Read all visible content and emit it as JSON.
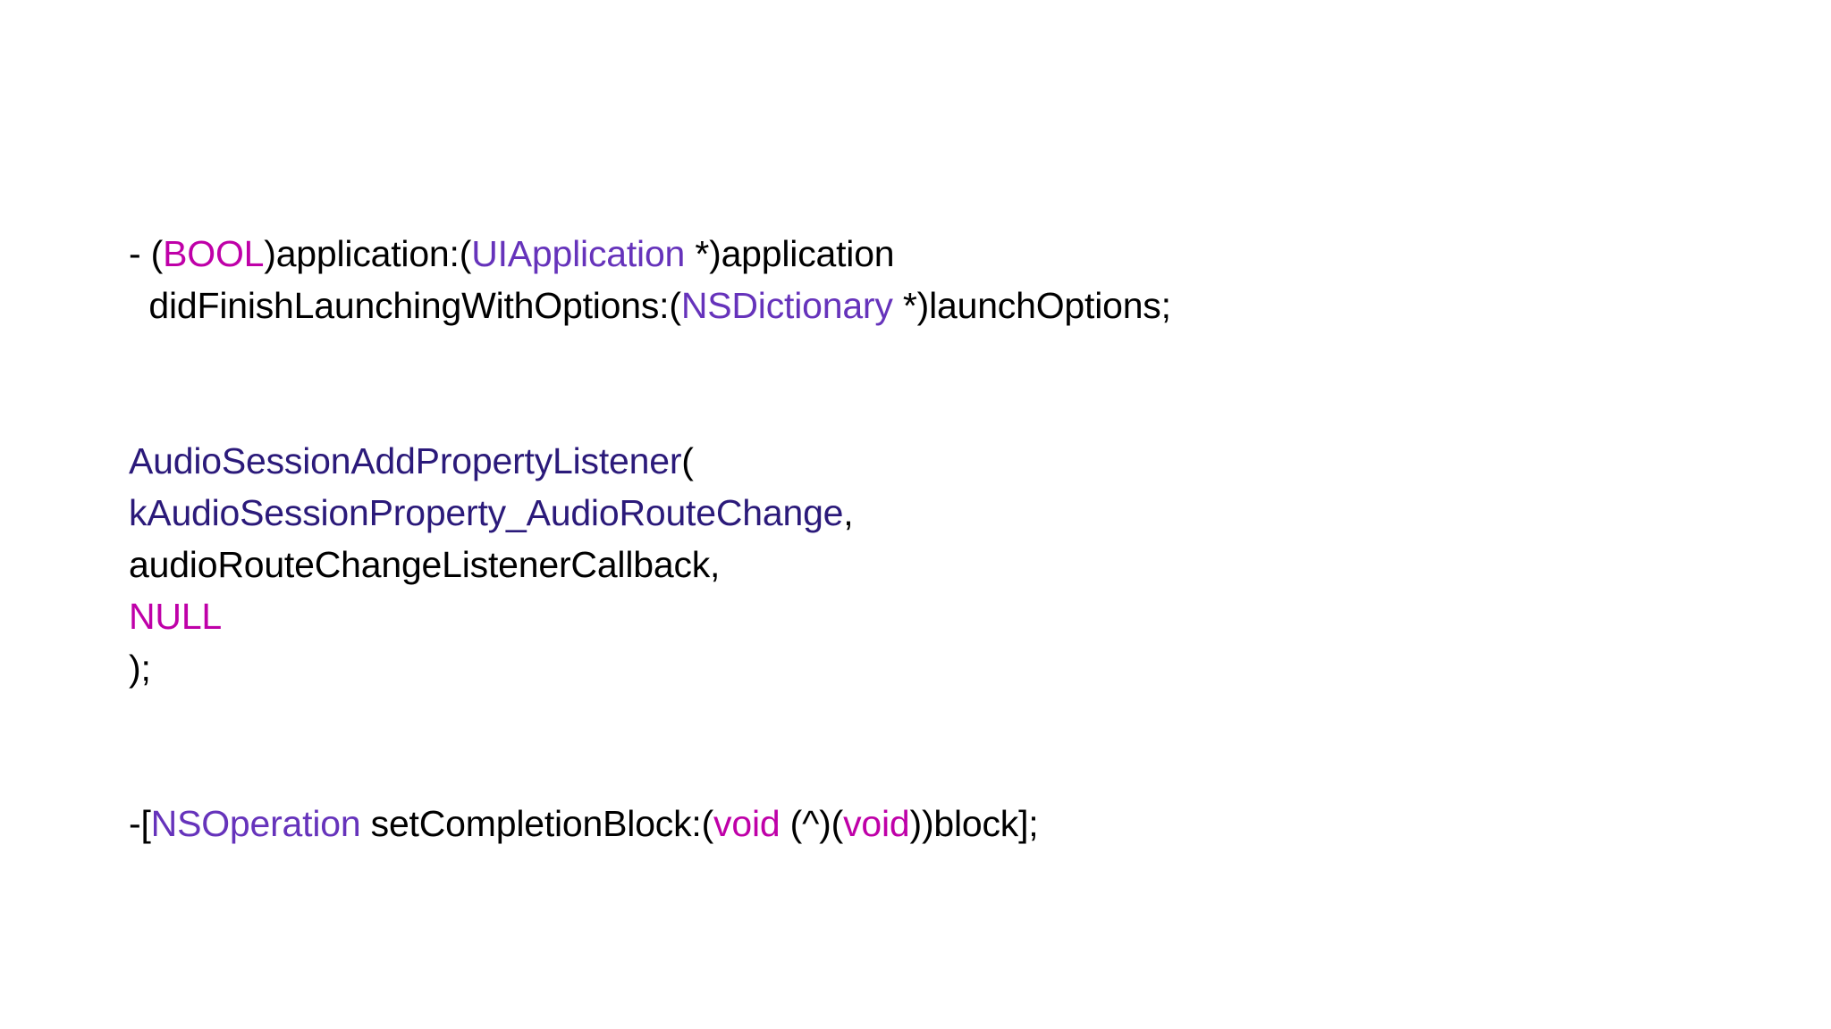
{
  "slide": {
    "background_color": "#ffffff",
    "palette": {
      "plain": "#000000",
      "keyword_magenta": "#bf00a8",
      "class_violet": "#6633bb",
      "api_indigo": "#2b1a7a"
    }
  },
  "code": {
    "language": "Objective-C",
    "lines": [
      {
        "id": "line-1",
        "tokens": [
          {
            "text": "- (",
            "kind": "plain"
          },
          {
            "text": "BOOL",
            "kind": "keyword"
          },
          {
            "text": ")application:(",
            "kind": "plain"
          },
          {
            "text": "UIApplication",
            "kind": "class"
          },
          {
            "text": " *)application",
            "kind": "plain"
          }
        ]
      },
      {
        "id": "line-2",
        "tokens": [
          {
            "text": "  didFinishLaunchingWithOptions:(",
            "kind": "plain"
          },
          {
            "text": "NSDictionary",
            "kind": "class"
          },
          {
            "text": " *)launchOptions;",
            "kind": "plain"
          }
        ]
      },
      {
        "id": "line-3",
        "blank": true,
        "tokens": []
      },
      {
        "id": "line-4",
        "blank": true,
        "tokens": []
      },
      {
        "id": "line-5",
        "tokens": [
          {
            "text": "AudioSessionAddPropertyListener",
            "kind": "api"
          },
          {
            "text": "(",
            "kind": "plain"
          }
        ]
      },
      {
        "id": "line-6",
        "tokens": [
          {
            "text": "kAudioSessionProperty_AudioRouteChange",
            "kind": "api"
          },
          {
            "text": ",",
            "kind": "plain"
          }
        ]
      },
      {
        "id": "line-7",
        "tokens": [
          {
            "text": "audioRouteChangeListenerCallback,",
            "kind": "plain"
          }
        ]
      },
      {
        "id": "line-8",
        "tokens": [
          {
            "text": "NULL",
            "kind": "keyword"
          }
        ]
      },
      {
        "id": "line-9",
        "tokens": [
          {
            "text": ");",
            "kind": "plain"
          }
        ]
      },
      {
        "id": "line-10",
        "blank": true,
        "tokens": []
      },
      {
        "id": "line-11",
        "blank": true,
        "tokens": []
      },
      {
        "id": "line-12",
        "tokens": [
          {
            "text": "-[",
            "kind": "plain"
          },
          {
            "text": "NSOperation",
            "kind": "class"
          },
          {
            "text": " setCompletionBlock:(",
            "kind": "plain"
          },
          {
            "text": "void",
            "kind": "keyword"
          },
          {
            "text": " (^)(",
            "kind": "plain"
          },
          {
            "text": "void",
            "kind": "keyword"
          },
          {
            "text": "))block];",
            "kind": "plain"
          }
        ]
      }
    ]
  }
}
